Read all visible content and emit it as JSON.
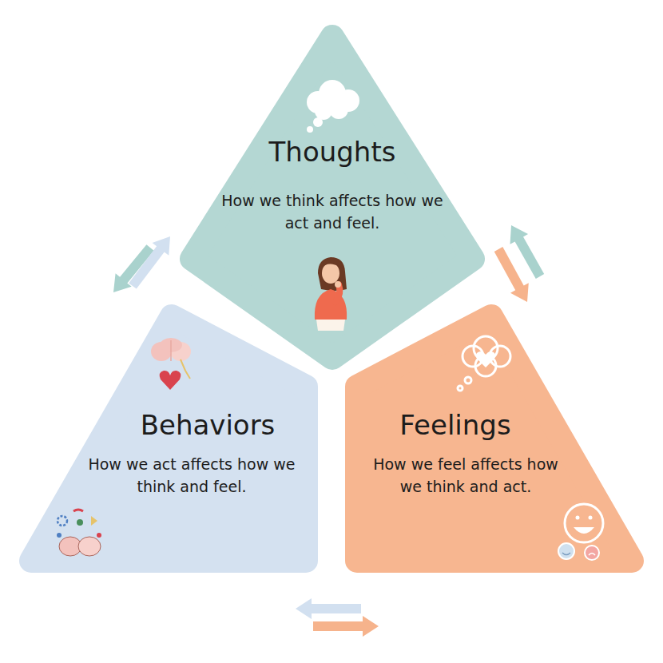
{
  "diagram": {
    "nodes": [
      {
        "text": [
          "Thoughts",
          "How we think affects how we act and feel."
        ]
      },
      {
        "text": [
          "Behaviors",
          "How we act affects how we think and feel."
        ]
      },
      {
        "text": [
          "Feelings",
          "How we feel affects how we think and act."
        ]
      }
    ],
    "edges": [
      {
        "from": 0,
        "to": 1,
        "arrow": "to"
      },
      {
        "from": 1,
        "to": 0,
        "arrow": "to"
      },
      {
        "from": 2,
        "to": 0,
        "arrow": "to"
      },
      {
        "from": 0,
        "to": 2,
        "arrow": "to"
      },
      {
        "from": 2,
        "to": 1,
        "arrow": "to"
      },
      {
        "from": 1,
        "to": 2,
        "arrow": "to"
      }
    ]
  }
}
